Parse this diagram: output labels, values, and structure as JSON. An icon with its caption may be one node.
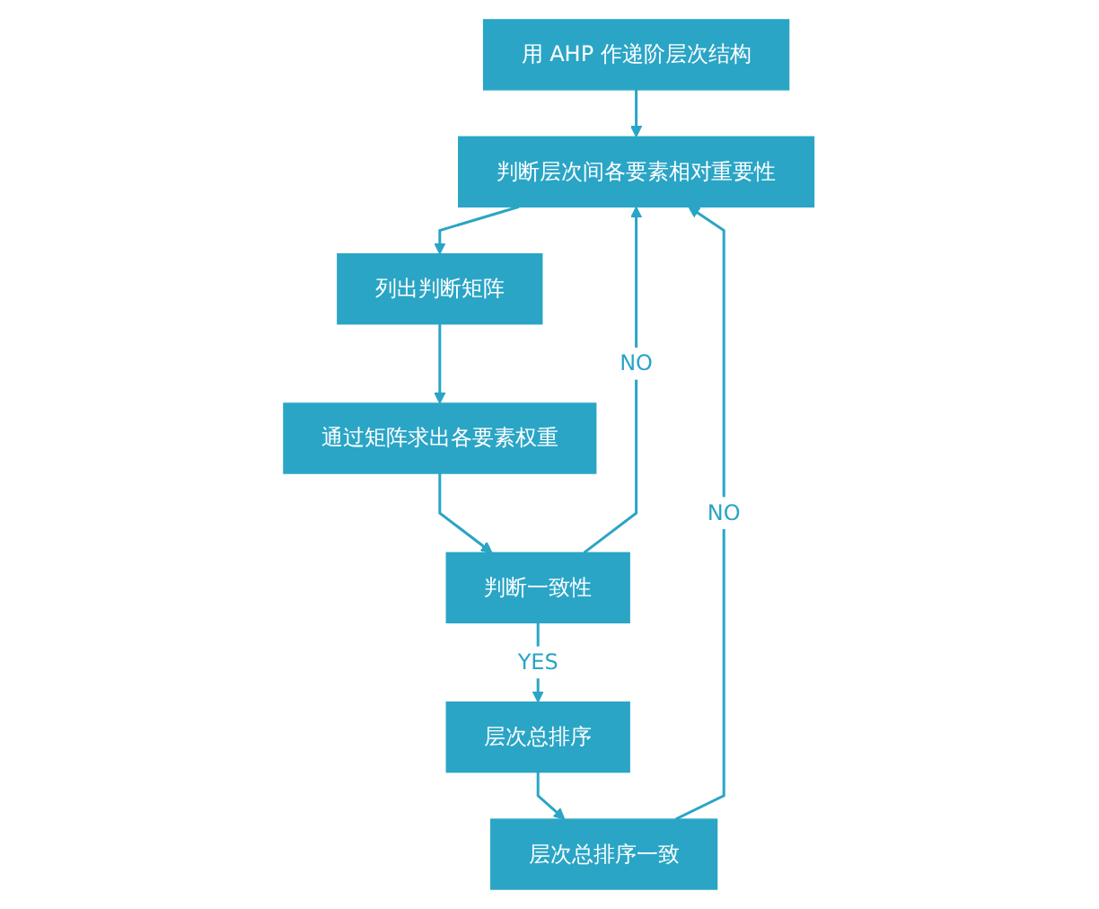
{
  "diagram": {
    "nodes": [
      {
        "text": [
          "用 AHP 作递阶层次结构"
        ]
      },
      {
        "text": [
          "判断层次间各要素相对重要性"
        ]
      },
      {
        "text": [
          "列出判断矩阵"
        ]
      },
      {
        "text": [
          "通过矩阵求出各要素权重"
        ]
      },
      {
        "text": [
          "判断一致性"
        ]
      },
      {
        "text": [
          "层次总排序"
        ]
      },
      {
        "text": [
          "层次总排序一致"
        ]
      }
    ],
    "edges": [
      {
        "from": 0,
        "to": 1,
        "arrow": "to"
      },
      {
        "from": 1,
        "to": 2,
        "arrow": "to"
      },
      {
        "from": 2,
        "to": 3,
        "arrow": "to"
      },
      {
        "from": 3,
        "to": 4,
        "arrow": "to"
      },
      {
        "from": 4,
        "to": 5,
        "arrow": "to",
        "label": "YES"
      },
      {
        "from": 4,
        "to": 1,
        "arrow": "to",
        "label": "NO"
      },
      {
        "from": 5,
        "to": 6,
        "arrow": "to"
      },
      {
        "from": 6,
        "to": 1,
        "arrow": "to",
        "label": "NO"
      }
    ]
  }
}
